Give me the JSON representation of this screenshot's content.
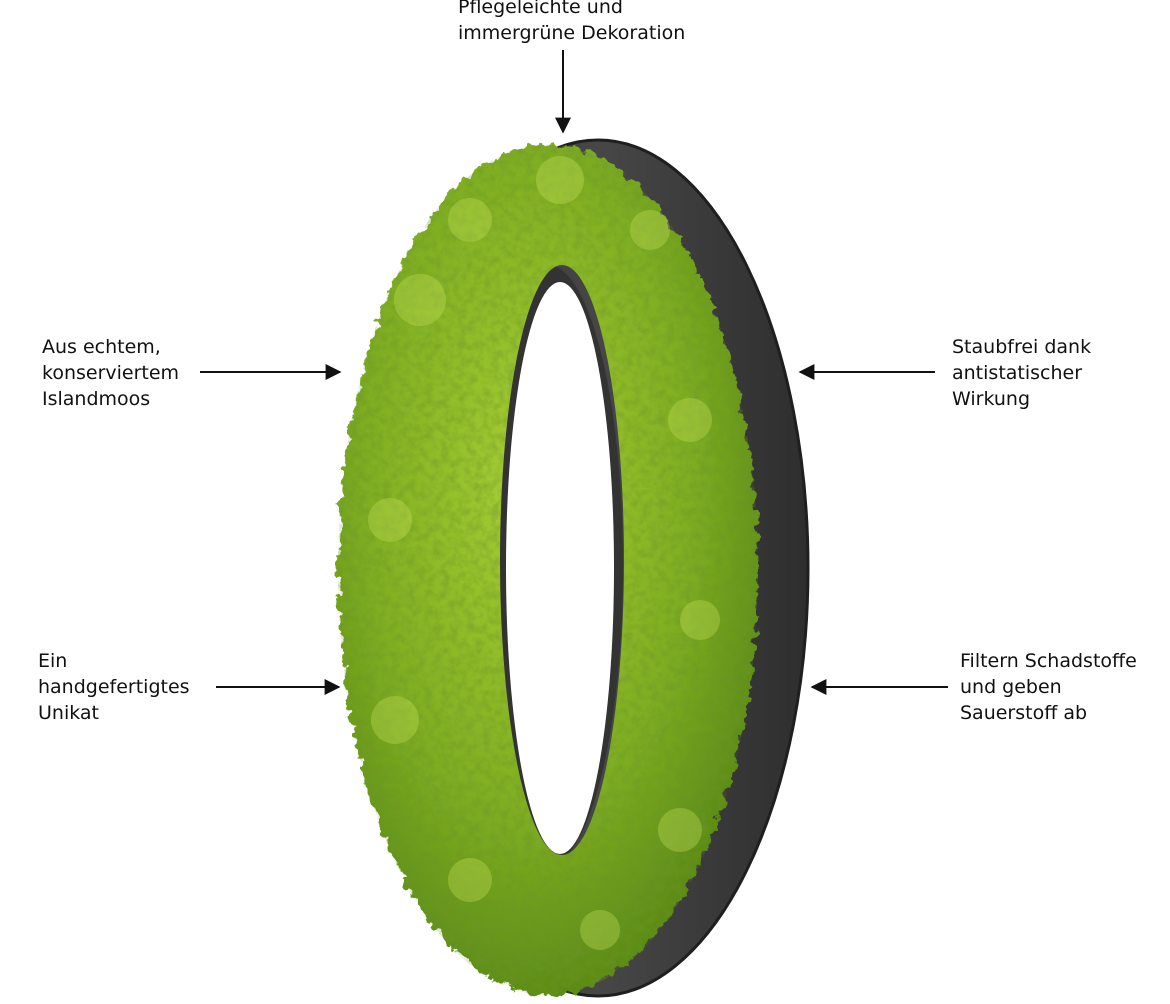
{
  "callouts": {
    "top": [
      "Pflegeleichte und",
      "immergrüne Dekoration"
    ],
    "left_upper": [
      "Aus echtem,",
      "konserviertem",
      "Islandmoos"
    ],
    "left_lower": [
      "Ein",
      "handgefertigtes",
      "Unikat"
    ],
    "right_upper": [
      "Staubfrei dank",
      "antistatischer",
      "Wirkung"
    ],
    "right_lower": [
      "Filtern Schadstoffe",
      "und geben",
      "Sauerstoff ab"
    ]
  },
  "product": {
    "shape": "digit zero",
    "surface": "moss",
    "frame": "dark grey"
  },
  "colors": {
    "moss_light": "#9cc52e",
    "moss_mid": "#6f9e1e",
    "moss_dark": "#3f6a12",
    "frame": "#3a3a3a",
    "frame_dark": "#262626",
    "text": "#111111",
    "arrow": "#111111"
  }
}
